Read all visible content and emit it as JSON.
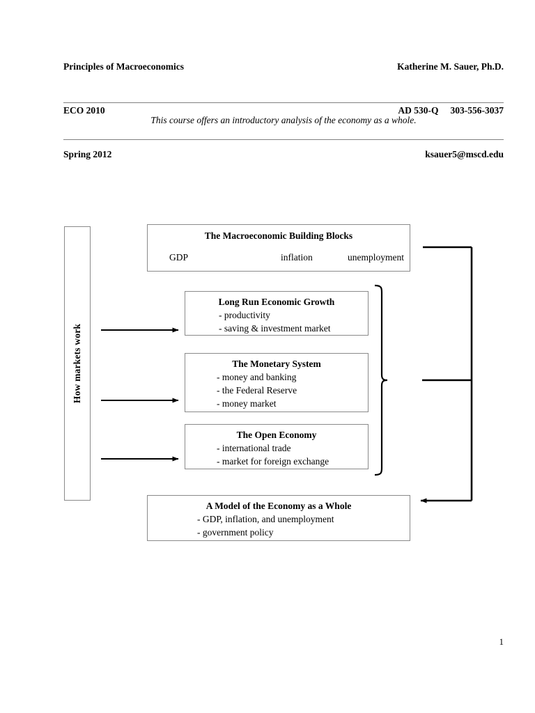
{
  "document": {
    "page_number": "1",
    "tagline": "This course offers an introductory analysis of the economy as a whole."
  },
  "header": {
    "left": {
      "course_title": "Principles of Macroeconomics",
      "course_code": "ECO 2010",
      "term": "Spring 2012"
    },
    "right": {
      "instructor": "Katherine M. Sauer, Ph.D.",
      "office": "AD 530-Q",
      "phone": "303-556-3037",
      "email": "ksauer5@mscd.edu"
    }
  },
  "diagram": {
    "side_label": "How markets work",
    "building_blocks": {
      "title": "The Macroeconomic Building Blocks",
      "terms": [
        "GDP",
        "inflation",
        "unemployment"
      ]
    },
    "growth": {
      "title": "Long Run Economic Growth",
      "items": [
        "- productivity",
        "- saving & investment market"
      ]
    },
    "monetary": {
      "title": "The Monetary System",
      "items": [
        "- money and banking",
        "- the Federal Reserve",
        "- money market"
      ]
    },
    "open_economy": {
      "title": "The Open Economy",
      "items": [
        "- international trade",
        "- market for foreign exchange"
      ]
    },
    "model": {
      "title": "A Model of the Economy as a Whole",
      "items": [
        "- GDP, inflation, and unemployment",
        "- government policy"
      ]
    },
    "colors": {
      "box_border": "#8a8a8a",
      "connector": "#000000",
      "rule": "#808080"
    }
  }
}
